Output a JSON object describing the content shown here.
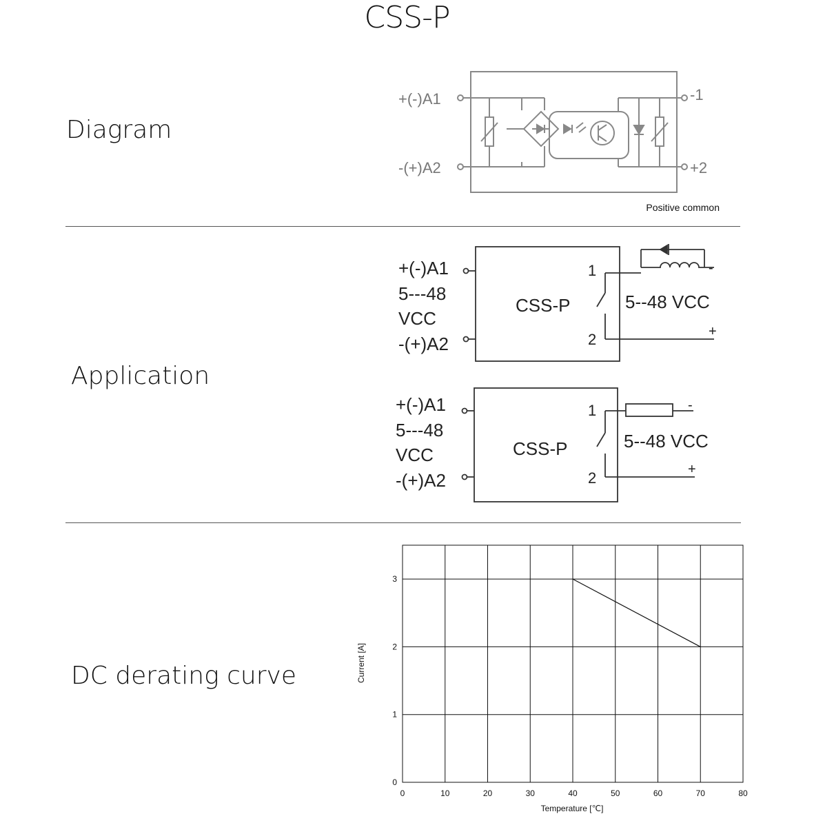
{
  "title": "CSS-P",
  "sections": {
    "diagram": {
      "label": "Diagram"
    },
    "application": {
      "label": "Application"
    },
    "derating": {
      "label": "DC derating curve"
    }
  },
  "schematic": {
    "pin_a1": "+(-)A1",
    "pin_a2": "-(+)A2",
    "pin_1": "-1",
    "pin_2": "+2",
    "caption": "Positive common"
  },
  "application": {
    "circuits": [
      {
        "input_label_1": "+(-)A1",
        "input_label_2": "5---48",
        "input_label_3": "VCC",
        "input_label_4": "-(+)A2",
        "device": "CSS-P",
        "pin_1": "1",
        "pin_2": "2",
        "load_voltage": "5--48 VCC",
        "minus": "-",
        "plus": "+",
        "load": "inductive"
      },
      {
        "input_label_1": "+(-)A1",
        "input_label_2": "5---48",
        "input_label_3": "VCC",
        "input_label_4": "-(+)A2",
        "device": "CSS-P",
        "pin_1": "1",
        "pin_2": "2",
        "load_voltage": "5--48 VCC",
        "minus": "-",
        "plus": "+",
        "load": "resistive"
      }
    ]
  },
  "chart_data": {
    "type": "line",
    "title": "",
    "xlabel": "Temperature [℃]",
    "ylabel": "Current [A]",
    "xlim": [
      0,
      80
    ],
    "ylim": [
      0,
      3.5
    ],
    "xticks": [
      0,
      10,
      20,
      30,
      40,
      50,
      60,
      70,
      80
    ],
    "yticks": [
      0,
      1,
      2,
      3
    ],
    "grid": true,
    "series": [
      {
        "x": [
          40,
          70
        ],
        "y": [
          3,
          2
        ]
      }
    ],
    "colors": {
      "line": "#111111",
      "grid": "#111111"
    }
  }
}
